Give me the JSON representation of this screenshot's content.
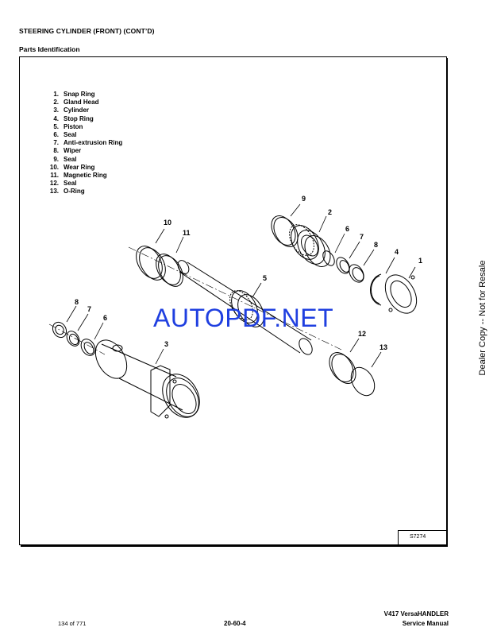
{
  "header": {
    "title": "STEERING CYLINDER (FRONT) (CONT’D)",
    "subtitle": "Parts Identification"
  },
  "parts_list": [
    {
      "num": "1.",
      "name": "Snap Ring"
    },
    {
      "num": "2.",
      "name": "Gland Head"
    },
    {
      "num": "3.",
      "name": "Cylinder"
    },
    {
      "num": "4.",
      "name": "Stop Ring"
    },
    {
      "num": "5.",
      "name": "Piston"
    },
    {
      "num": "6.",
      "name": "Seal"
    },
    {
      "num": "7.",
      "name": "Anti-extrusion Ring"
    },
    {
      "num": "8.",
      "name": "Wiper"
    },
    {
      "num": "9.",
      "name": "Seal"
    },
    {
      "num": "10.",
      "name": "Wear Ring"
    },
    {
      "num": "11.",
      "name": "Magnetic Ring"
    },
    {
      "num": "12.",
      "name": "Seal"
    },
    {
      "num": "13.",
      "name": "O-Ring"
    }
  ],
  "callouts": [
    "1",
    "2",
    "3",
    "4",
    "5",
    "6",
    "7",
    "8",
    "9",
    "10",
    "11",
    "12",
    "13",
    "8",
    "7",
    "6"
  ],
  "figure_id": "S7274",
  "watermark": "AUTOPDF.NET",
  "side_note": "Dealer Copy -- Not for Resale",
  "footer": {
    "page_count": "134 of 771",
    "section": "20-60-4",
    "product": "V417 VersaHANDLER",
    "manual": "Service Manual"
  },
  "colors": {
    "watermark": "#1f3fe0"
  }
}
